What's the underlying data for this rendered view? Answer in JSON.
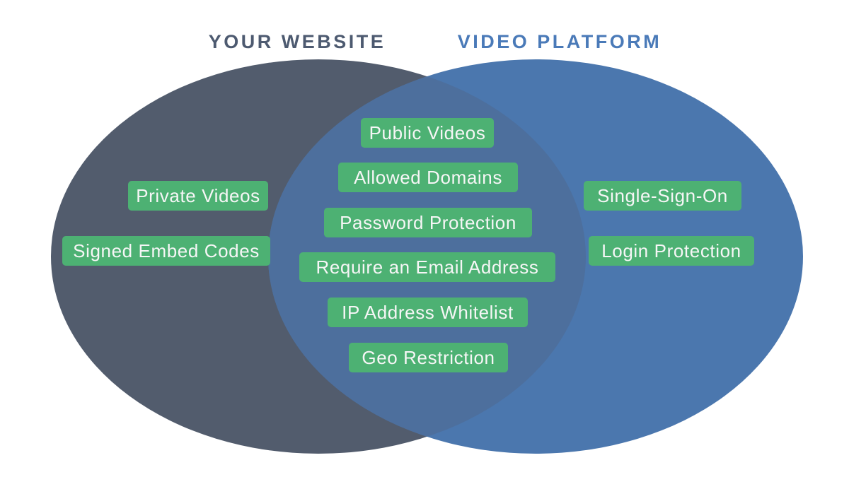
{
  "diagram": {
    "type": "venn",
    "left_set": {
      "title": "YOUR WEBSITE",
      "fill": "#525c6d",
      "title_color": "#4d5a70"
    },
    "right_set": {
      "title": "VIDEO PLATFORM",
      "fill": "#4b77ae",
      "title_color": "#4a7ab8"
    },
    "overlap_fill": "#4d6f9d",
    "tag_bg": "#4db173",
    "tag_text_color": "#f6f6f6",
    "background": "#ffffff"
  },
  "labels": {
    "left_only": [
      "Private Videos",
      "Signed Embed Codes"
    ],
    "overlap": [
      "Public Videos",
      "Allowed Domains",
      "Password Protection",
      "Require an Email Address",
      "IP Address Whitelist",
      "Geo Restriction"
    ],
    "right_only": [
      "Single-Sign-On",
      "Login Protection"
    ]
  }
}
